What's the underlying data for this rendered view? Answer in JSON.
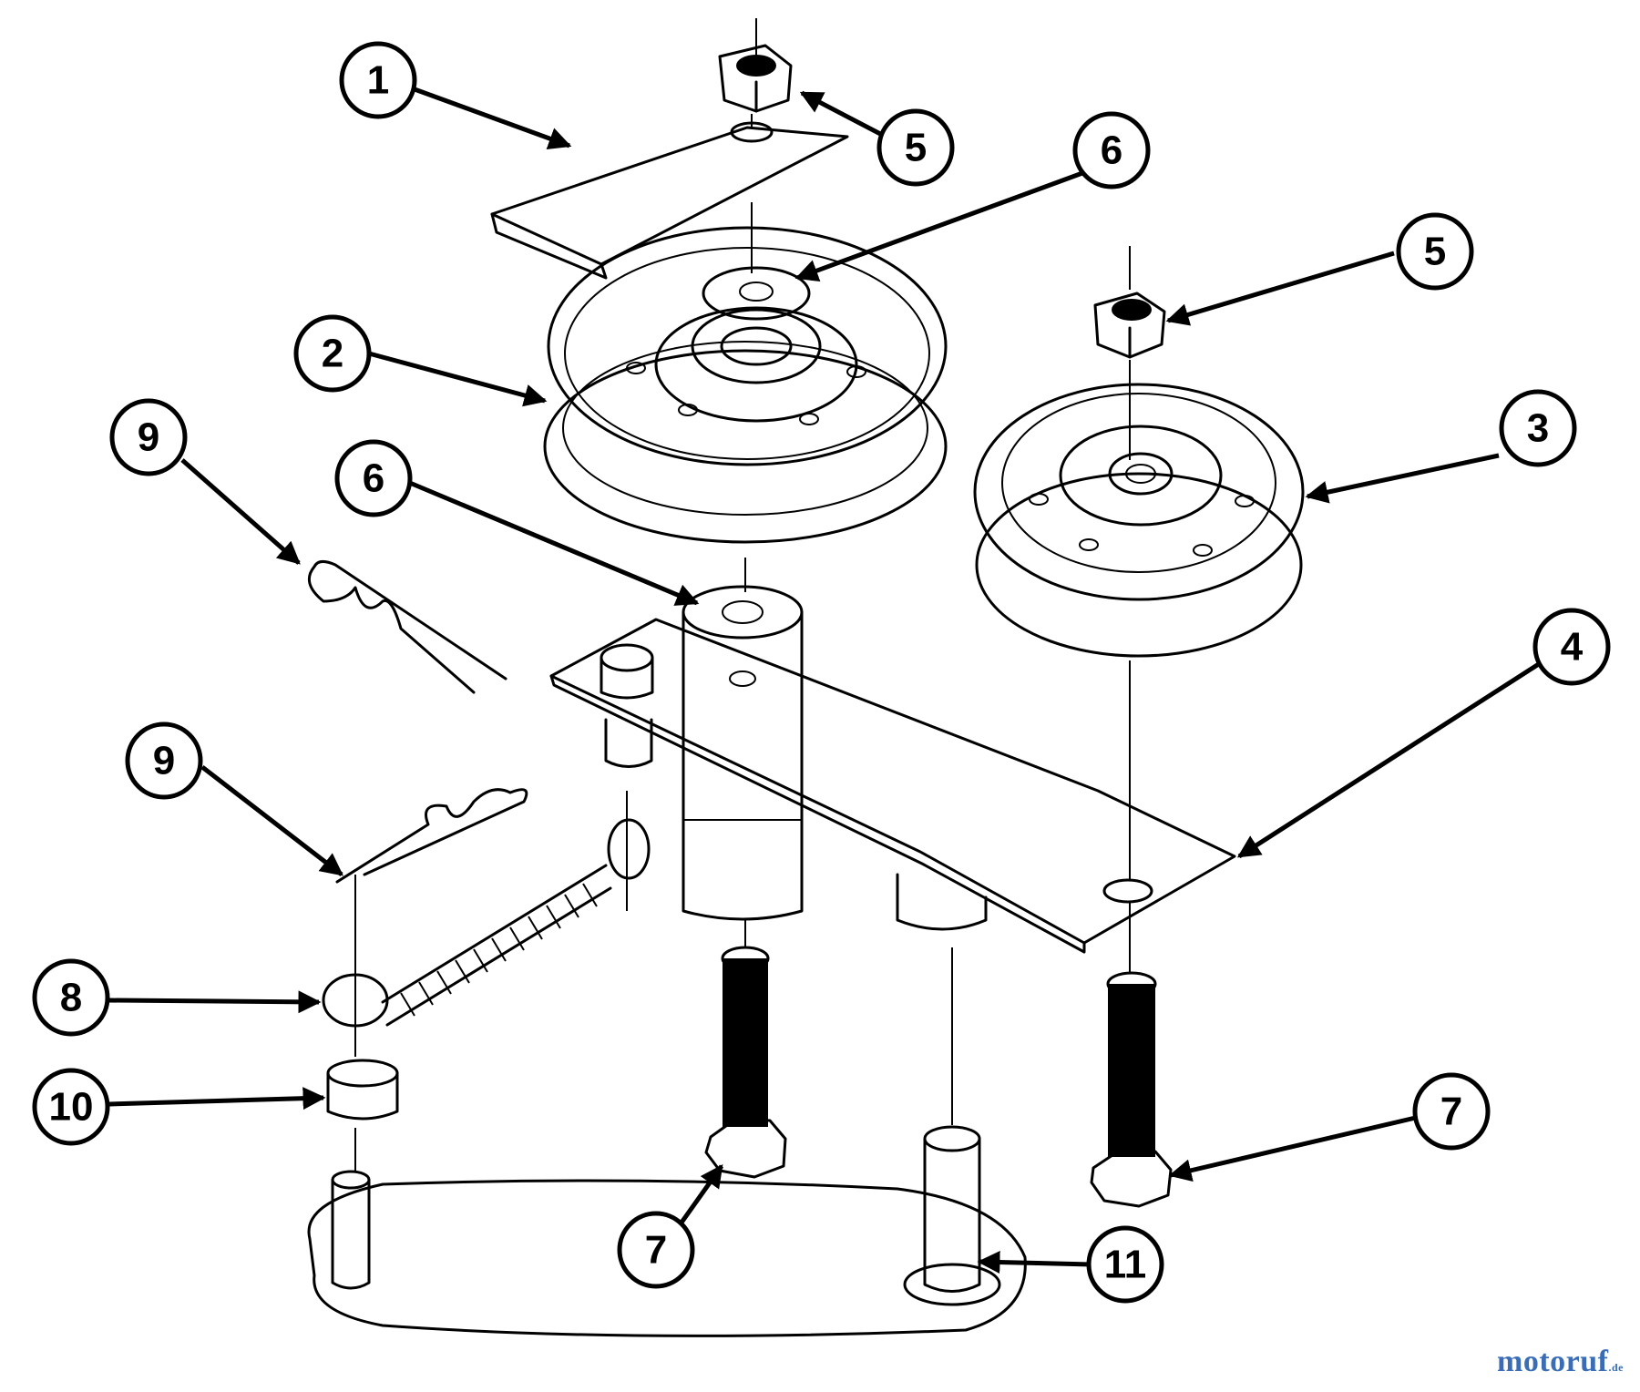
{
  "callouts": [
    {
      "label": "1"
    },
    {
      "label": "5"
    },
    {
      "label": "6"
    },
    {
      "label": "5"
    },
    {
      "label": "2"
    },
    {
      "label": "3"
    },
    {
      "label": "9"
    },
    {
      "label": "6"
    },
    {
      "label": "4"
    },
    {
      "label": "9"
    },
    {
      "label": "8"
    },
    {
      "label": "10"
    },
    {
      "label": "7"
    },
    {
      "label": "7"
    },
    {
      "label": "11"
    }
  ],
  "watermark": {
    "main": "motoruf",
    "suffix": ".de"
  },
  "colors": {
    "line": "#000000",
    "background": "#ffffff",
    "watermark_blue": "#3a6db5",
    "watermark_green": "#6a9a3a"
  }
}
